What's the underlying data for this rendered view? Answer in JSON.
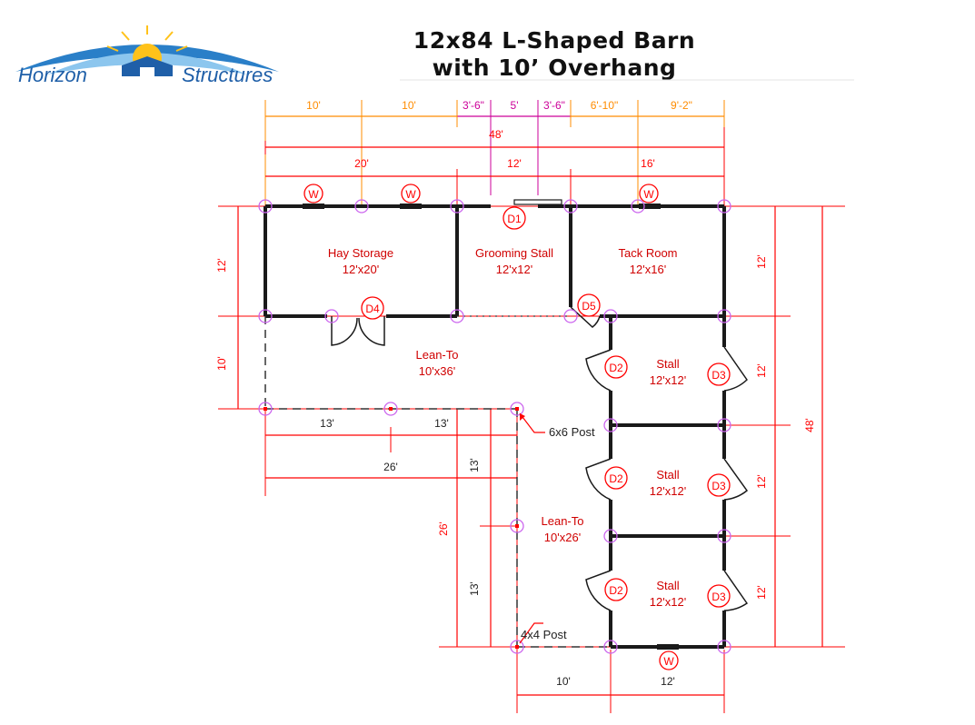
{
  "title": {
    "line1": "12x84 L-Shaped Barn",
    "line2": "with 10’ Overhang"
  },
  "logo": {
    "word1": "Horizon",
    "word2": "Structures"
  },
  "colors": {
    "wall": "#1a1a1a",
    "dimension": "#ff0000",
    "dimension_orange": "#ff8c00",
    "dimension_magenta": "#cc0099",
    "post": "#cc66ee",
    "door_label": "#ff0000",
    "room_label": "#d00000",
    "logo_sky": "#2a7fc8",
    "logo_sun": "#ffc21a"
  },
  "dimensions": {
    "top_row1": [
      "10'",
      "10'",
      "3'-6\"",
      "5'",
      "3'-6\"",
      "6'-10\"",
      "9'-2\""
    ],
    "overall_width": "48'",
    "top_row3": [
      "20'",
      "12'",
      "16'"
    ],
    "left_side": [
      "12'",
      "10'"
    ],
    "right_side": [
      "12'",
      "12'",
      "12'",
      "12'"
    ],
    "overall_length": "48'",
    "leanto_bottom": [
      "13'",
      "13'"
    ],
    "leanto_total": "26'",
    "leanto2_side": [
      "13'",
      "13'"
    ],
    "leanto2_total": "26'",
    "bottom": [
      "10'",
      "12'"
    ]
  },
  "rooms": [
    {
      "name": "Hay Storage",
      "size": "12'x20'"
    },
    {
      "name": "Grooming Stall",
      "size": "12'x12'"
    },
    {
      "name": "Tack Room",
      "size": "12'x16'"
    },
    {
      "name": "Lean-To",
      "size": "10'x36'"
    },
    {
      "name": "Stall",
      "size": "12'x12'"
    },
    {
      "name": "Stall",
      "size": "12'x12'"
    },
    {
      "name": "Stall",
      "size": "12'x12'"
    },
    {
      "name": "Lean-To",
      "size": "10'x26'"
    }
  ],
  "doors": [
    "D1",
    "D2",
    "D2",
    "D2",
    "D3",
    "D3",
    "D3",
    "D4",
    "D5"
  ],
  "windows": [
    "W",
    "W",
    "W",
    "W"
  ],
  "callouts": [
    "6x6 Post",
    "4x4 Post"
  ]
}
